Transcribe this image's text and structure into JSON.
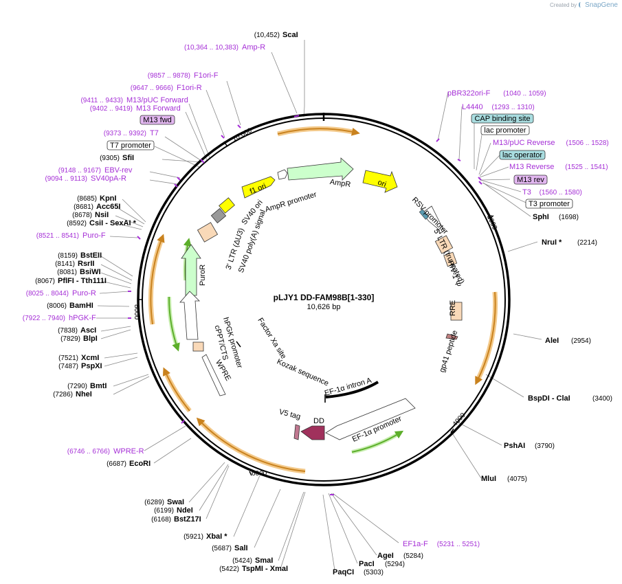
{
  "credit": {
    "prefix": "Created by",
    "brand": "SnapGene"
  },
  "plasmid": {
    "name": "pLJY1 DD-FAM98B[1-330]",
    "size": "10,626 bp"
  },
  "colors": {
    "backbone": "#000000",
    "primer": "#a52fd6",
    "orange_band": "#f3c98a",
    "orange_arrow": "#c9821e",
    "green_arrow": "#5cae2a",
    "ori": "#ffff00",
    "ampr": "#ccffcc",
    "dd": "#a0315c",
    "v5": "#c07890",
    "ltr": "#f9d9b8",
    "sv40ori": "#999999",
    "gp41": "#c08080",
    "lac_operator": "#a9dde0"
  },
  "ruler": [
    {
      "label": "2000"
    },
    {
      "label": "4000"
    },
    {
      "label": "6000"
    },
    {
      "label": "8000"
    },
    {
      "label": "10,000"
    }
  ],
  "sites": [
    {
      "name": "ScaI",
      "pos": "(10,452)"
    },
    {
      "name": "SfiI",
      "pos": "(9305)"
    },
    {
      "name": "KpnI",
      "pos": "(8685)"
    },
    {
      "name": "Acc65I",
      "pos": "(8681)"
    },
    {
      "name": "NsiI",
      "pos": "(8678)"
    },
    {
      "name": "CsiI - SexAI *",
      "pos": "(8592)"
    },
    {
      "name": "BstEII",
      "pos": "(8159)"
    },
    {
      "name": "RsrII",
      "pos": "(8141)"
    },
    {
      "name": "BsiWI",
      "pos": "(8081)"
    },
    {
      "name": "PflFI - Tth111I",
      "pos": "(8067)"
    },
    {
      "name": "BamHI",
      "pos": "(8006)"
    },
    {
      "name": "AscI",
      "pos": "(7838)"
    },
    {
      "name": "BlpI",
      "pos": "(7829)"
    },
    {
      "name": "XcmI",
      "pos": "(7521)"
    },
    {
      "name": "PspXI",
      "pos": "(7487)"
    },
    {
      "name": "BmtI",
      "pos": "(7290)"
    },
    {
      "name": "NheI",
      "pos": "(7286)"
    },
    {
      "name": "EcoRI",
      "pos": "(6687)"
    },
    {
      "name": "SwaI",
      "pos": "(6289)"
    },
    {
      "name": "NdeI",
      "pos": "(6199)"
    },
    {
      "name": "BstZ17I",
      "pos": "(6168)"
    },
    {
      "name": "XbaI *",
      "pos": "(5921)"
    },
    {
      "name": "SalI",
      "pos": "(5687)"
    },
    {
      "name": "SmaI",
      "pos": "(5424)"
    },
    {
      "name": "TspMI - XmaI",
      "pos": "(5422)"
    },
    {
      "name": "PaqCI",
      "pos": "(5303)"
    },
    {
      "name": "PacI",
      "pos": "(5294)"
    },
    {
      "name": "AgeI",
      "pos": "(5284)"
    },
    {
      "name": "MluI",
      "pos": "(4075)"
    },
    {
      "name": "PshAI",
      "pos": "(3790)"
    },
    {
      "name": "BspDI - ClaI",
      "pos": "(3400)"
    },
    {
      "name": "AleI",
      "pos": "(2954)"
    },
    {
      "name": "NruI *",
      "pos": "(2214)"
    },
    {
      "name": "SphI",
      "pos": "(1698)"
    }
  ],
  "primers": [
    {
      "name": "Amp-R",
      "pos": "(10,364 .. 10,383)"
    },
    {
      "name": "F1ori-F",
      "pos": "(9857 .. 9878)"
    },
    {
      "name": "F1ori-R",
      "pos": "(9647 .. 9666)"
    },
    {
      "name": "M13/pUC Forward",
      "pos": "(9411 .. 9433)"
    },
    {
      "name": "M13 Forward",
      "pos": "(9402 .. 9419)"
    },
    {
      "name": "T7",
      "pos": "(9373 .. 9392)"
    },
    {
      "name": "EBV-rev",
      "pos": "(9148 .. 9167)"
    },
    {
      "name": "SV40pA-R",
      "pos": "(9094 .. 9113)"
    },
    {
      "name": "Puro-F",
      "pos": "(8521 .. 8541)"
    },
    {
      "name": "Puro-R",
      "pos": "(8025 .. 8044)"
    },
    {
      "name": "hPGK-F",
      "pos": "(7922 .. 7940)"
    },
    {
      "name": "WPRE-R",
      "pos": "(6746 .. 6766)"
    },
    {
      "name": "EF1a-F",
      "pos": "(5231 .. 5251)"
    },
    {
      "name": "pBR322ori-F",
      "pos": "(1040 .. 1059)"
    },
    {
      "name": "L4440",
      "pos": "(1293 .. 1310)"
    },
    {
      "name": "M13/pUC Reverse",
      "pos": "(1506 .. 1528)"
    },
    {
      "name": "M13 Reverse",
      "pos": "(1525 .. 1541)"
    },
    {
      "name": "T3",
      "pos": "(1560 .. 1580)"
    }
  ],
  "boxes": [
    {
      "label": "M13 fwd"
    },
    {
      "label": "T7 promoter"
    },
    {
      "label": "CAP binding site"
    },
    {
      "label": "lac promoter"
    },
    {
      "label": "lac operator"
    },
    {
      "label": "M13 rev"
    },
    {
      "label": "T3 promoter"
    }
  ],
  "features": [
    {
      "label": "f1 ori"
    },
    {
      "label": "AmpR promoter"
    },
    {
      "label": "AmpR"
    },
    {
      "label": "ori"
    },
    {
      "label": "SV40 ori"
    },
    {
      "label": "SV40 poly(A) signal"
    },
    {
      "label": "3' LTR (ΔU3)"
    },
    {
      "label": "PuroR"
    },
    {
      "label": "hPGK promoter"
    },
    {
      "label": "cPPT/CTS"
    },
    {
      "label": "WPRE"
    },
    {
      "label": "Factor Xa site"
    },
    {
      "label": "Kozak sequence"
    },
    {
      "label": "EF-1α intron A"
    },
    {
      "label": "V5 tag"
    },
    {
      "label": "DD"
    },
    {
      "label": "EF-1α promoter"
    },
    {
      "label": "gp41 peptide"
    },
    {
      "label": "RRE"
    },
    {
      "label": "HIV-1 Ψ"
    },
    {
      "label": "5' LTR (truncated)"
    },
    {
      "label": "RSV promoter"
    }
  ]
}
